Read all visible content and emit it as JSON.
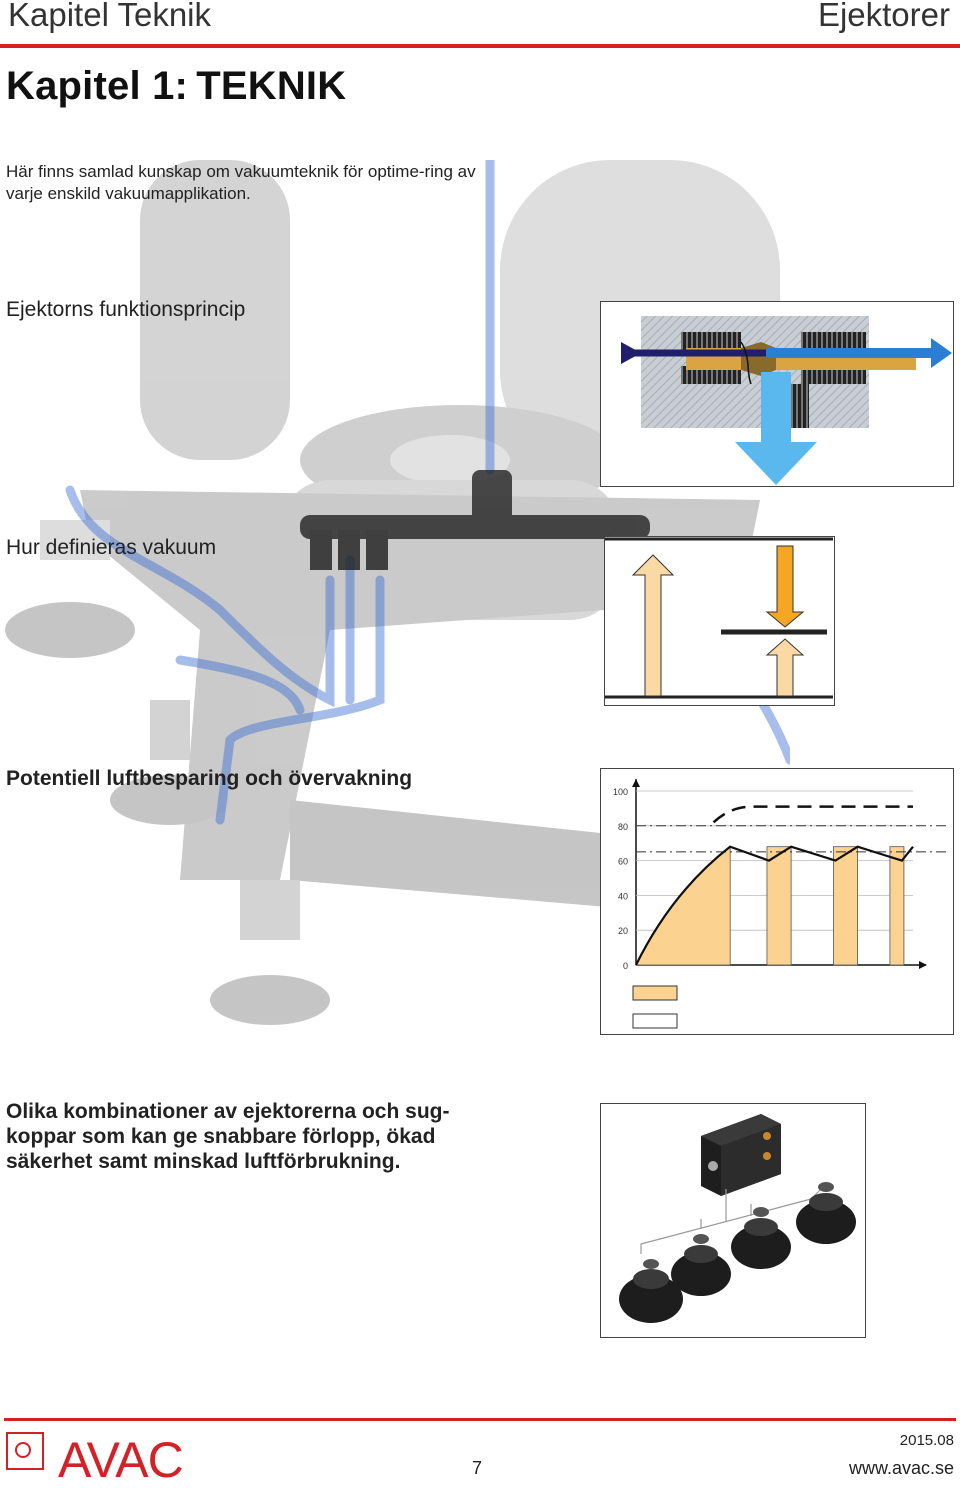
{
  "header": {
    "chapter": "Kapitel Teknik",
    "product": "Ejektorer"
  },
  "title": "Kapitel 1: TEKNIK",
  "intro": "Här finns samlad kunskap om vakuumteknik för optime-ring av varje enskild vakuumapplikation.",
  "sections": {
    "principle": "Ejektorns funktionsprincip",
    "vacuum": "Hur definieras vakuum",
    "savings": "Potentiell luftbesparing och övervakning"
  },
  "closing": "Olika kombinationer av ejektorerna och sug-koppar som kan ge snabbare förlopp, ökad säkerhet samt minskad luftförbrukning.",
  "chart_data": {
    "type": "line",
    "y_ticks": [
      "100",
      "80",
      "60",
      "40",
      "20",
      "0"
    ],
    "ylim": [
      0,
      100
    ],
    "levels": {
      "off": 80,
      "on": 65
    },
    "series": [
      {
        "x": [
          0,
          0.2,
          0.34,
          0.48,
          0.56,
          0.72,
          0.8,
          0.96
        ],
        "y": [
          0,
          40,
          68,
          60,
          68,
          60,
          68,
          60
        ]
      }
    ],
    "legend": [
      {
        "color": "#fbd28f"
      },
      {
        "color": "#ffffff"
      }
    ]
  },
  "colors": {
    "accent": "#d42127",
    "arrow_blue": "#2a7fd4",
    "arrow_light_blue": "#5bb8ef",
    "arrow_orange": "#f5a623",
    "arrow_beige": "#fbd9a4",
    "fill_yellow": "#fbd28f"
  },
  "footer": {
    "brand": "AVAC",
    "page": "7",
    "date": "2015.08",
    "url": "www.avac.se"
  }
}
